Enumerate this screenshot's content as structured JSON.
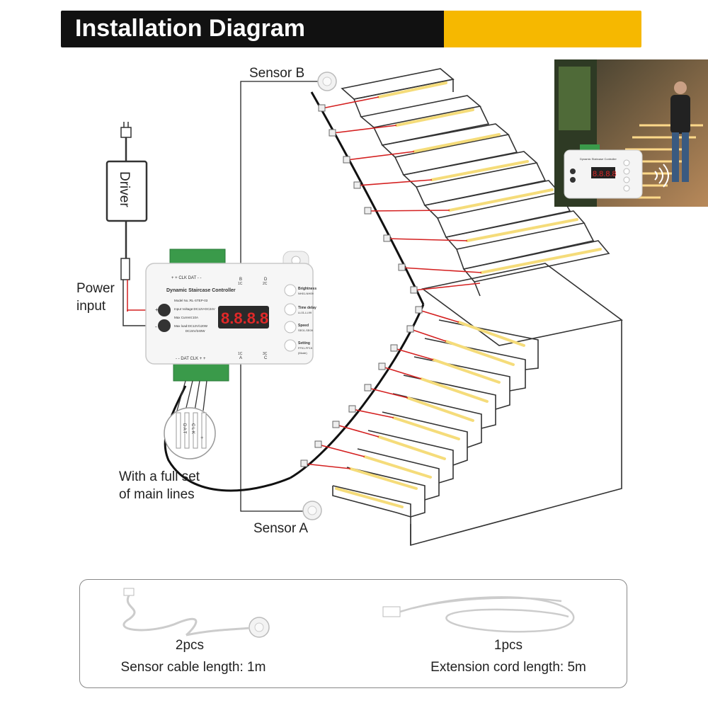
{
  "title": "Installation Diagram",
  "labels": {
    "sensor_b": "Sensor B",
    "sensor_a": "Sensor A",
    "driver": "Driver",
    "power_input_line1": "Power",
    "power_input_line2": "input",
    "main_lines_line1": "With a full set",
    "main_lines_line2": "of main lines"
  },
  "controller": {
    "name": "Dynamic Staircase Controller",
    "display": "8.8.8.8",
    "spec_model": "Model No.:RL-STEP-03",
    "spec_voltage": "Input Voltage:DC12V-DC24V",
    "spec_current": "Max Current:10A",
    "spec_load": "Max load:DC12V/120W",
    "spec_load2": "DC24V/240W",
    "top_terminal": "+  +  CLK DAT  -  -",
    "bottom_terminal": "-  -  DAT  CLK  +  +",
    "sensor_b_port": "B",
    "sensor_b_port_sub": "1C",
    "sensor_d_port": "D",
    "sensor_d_port_sub": "2C",
    "sensor_a_port": "A",
    "sensor_a_port_sub": "1C",
    "sensor_c_port": "C",
    "sensor_c_port_sub": "3C",
    "buttons": [
      {
        "label": "Brightness",
        "sub": "NH01-NH09"
      },
      {
        "label": "Time delay",
        "sub": "LL01-LL99"
      },
      {
        "label": "Speed",
        "sub": "SE01-SE09"
      },
      {
        "label": "Setting",
        "sub": "FF01-FF15",
        "sub2": "(Mode)"
      }
    ],
    "plus": "+",
    "minus": "-"
  },
  "wire_labels": [
    "D A T",
    "C L K",
    "+"
  ],
  "accessories": [
    {
      "qty": "2pcs",
      "desc": "Sensor cable length: 1m"
    },
    {
      "qty": "1pcs",
      "desc": "Extension cord length: 5m"
    }
  ],
  "photo_controller_title": "Dynamic Staircase Controller",
  "colors": {
    "title_bar": "#111111",
    "accent": "#f6b800",
    "led": "#f5dc7a",
    "wire_red": "#d42020",
    "stair_line": "#333333"
  }
}
